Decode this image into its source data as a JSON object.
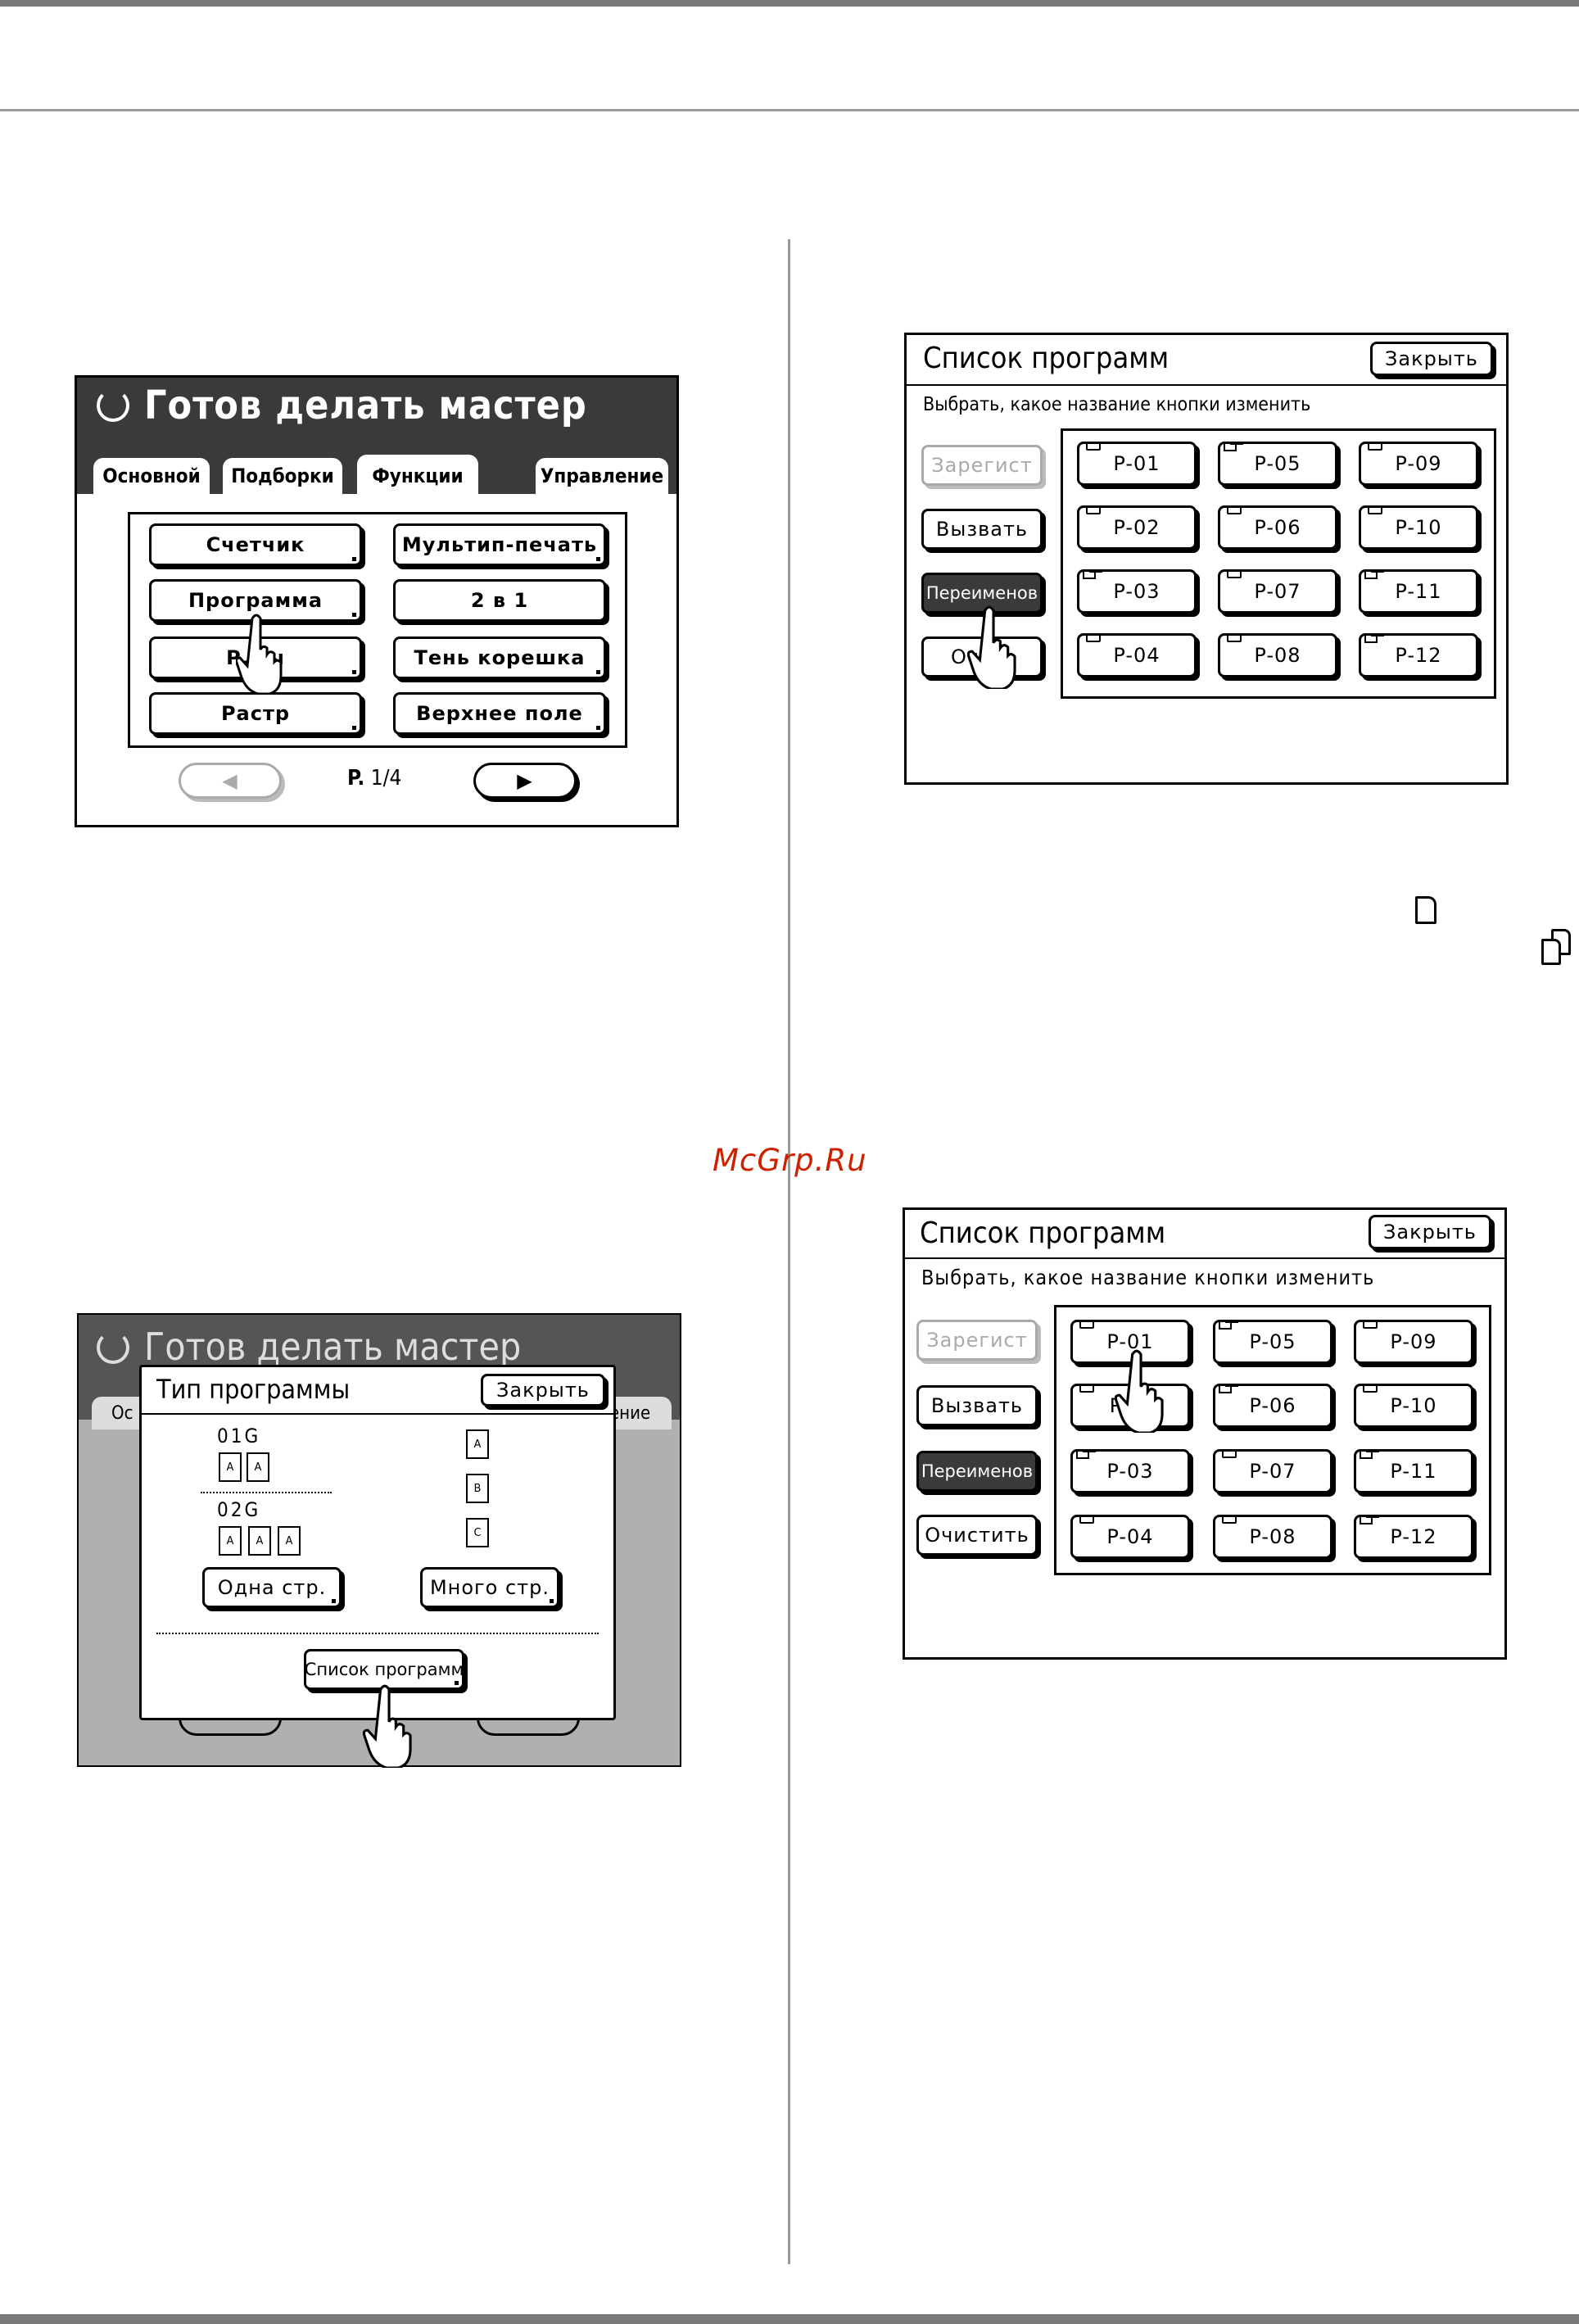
{
  "watermark": "McGrp.Ru",
  "screen1": {
    "status": "Готов делать мастер",
    "tabs": [
      "Основной",
      "Подборки",
      "Функции",
      "Управление"
    ],
    "buttons": [
      "Счетчик",
      "Мультип-печать",
      "Программа",
      "2 в 1",
      "Р...ы",
      "Тень корешка",
      "Растр",
      "Верхнее поле"
    ],
    "page_label": "P.",
    "page_value": "1/4",
    "prev_icon": "◀",
    "next_icon": "▶"
  },
  "screen2": {
    "status": "Готов делать мастер",
    "tab_left": "Ос",
    "tab_right": "ение",
    "dialog_title": "Тип программы",
    "close": "Закрыть",
    "g1": "01G",
    "g2": "02G",
    "doc_a": "A",
    "doc_b": "B",
    "doc_c": "C",
    "one_page": "Одна стр.",
    "many_pages": "Много стр.",
    "program_list": "Список программ"
  },
  "screen3": {
    "title": "Список программ",
    "close": "Закрыть",
    "subtitle": "Выбрать, какое название кнопки изменить",
    "side": [
      "Зарегист",
      "Вызвать",
      "Переименов",
      "Оч...ь"
    ],
    "programs": [
      "P-01",
      "P-05",
      "P-09",
      "P-02",
      "P-06",
      "P-10",
      "P-03",
      "P-07",
      "P-11",
      "P-04",
      "P-08",
      "P-12"
    ]
  },
  "screen4": {
    "title": "Список программ",
    "close": "Закрыть",
    "subtitle": "Выбрать, какое название кнопки изменить",
    "side": [
      "Зарегист",
      "Вызвать",
      "Переименов",
      "Очистить"
    ],
    "programs": [
      "P-01",
      "P-05",
      "P-09",
      "P-...",
      "P-06",
      "P-10",
      "P-03",
      "P-07",
      "P-11",
      "P-04",
      "P-08",
      "P-12"
    ]
  }
}
